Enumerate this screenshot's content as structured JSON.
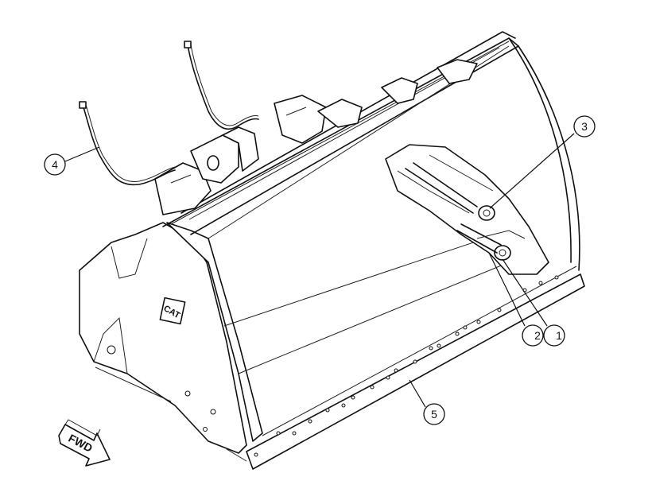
{
  "callouts": [
    {
      "id": "1",
      "label": "1"
    },
    {
      "id": "2",
      "label": "2"
    },
    {
      "id": "3",
      "label": "3"
    },
    {
      "id": "4",
      "label": "4"
    },
    {
      "id": "5",
      "label": "5"
    }
  ],
  "direction_arrow": {
    "label": "FWD"
  },
  "logo": {
    "label": "CAT"
  },
  "colors": {
    "line": "#111111",
    "background": "#ffffff"
  }
}
